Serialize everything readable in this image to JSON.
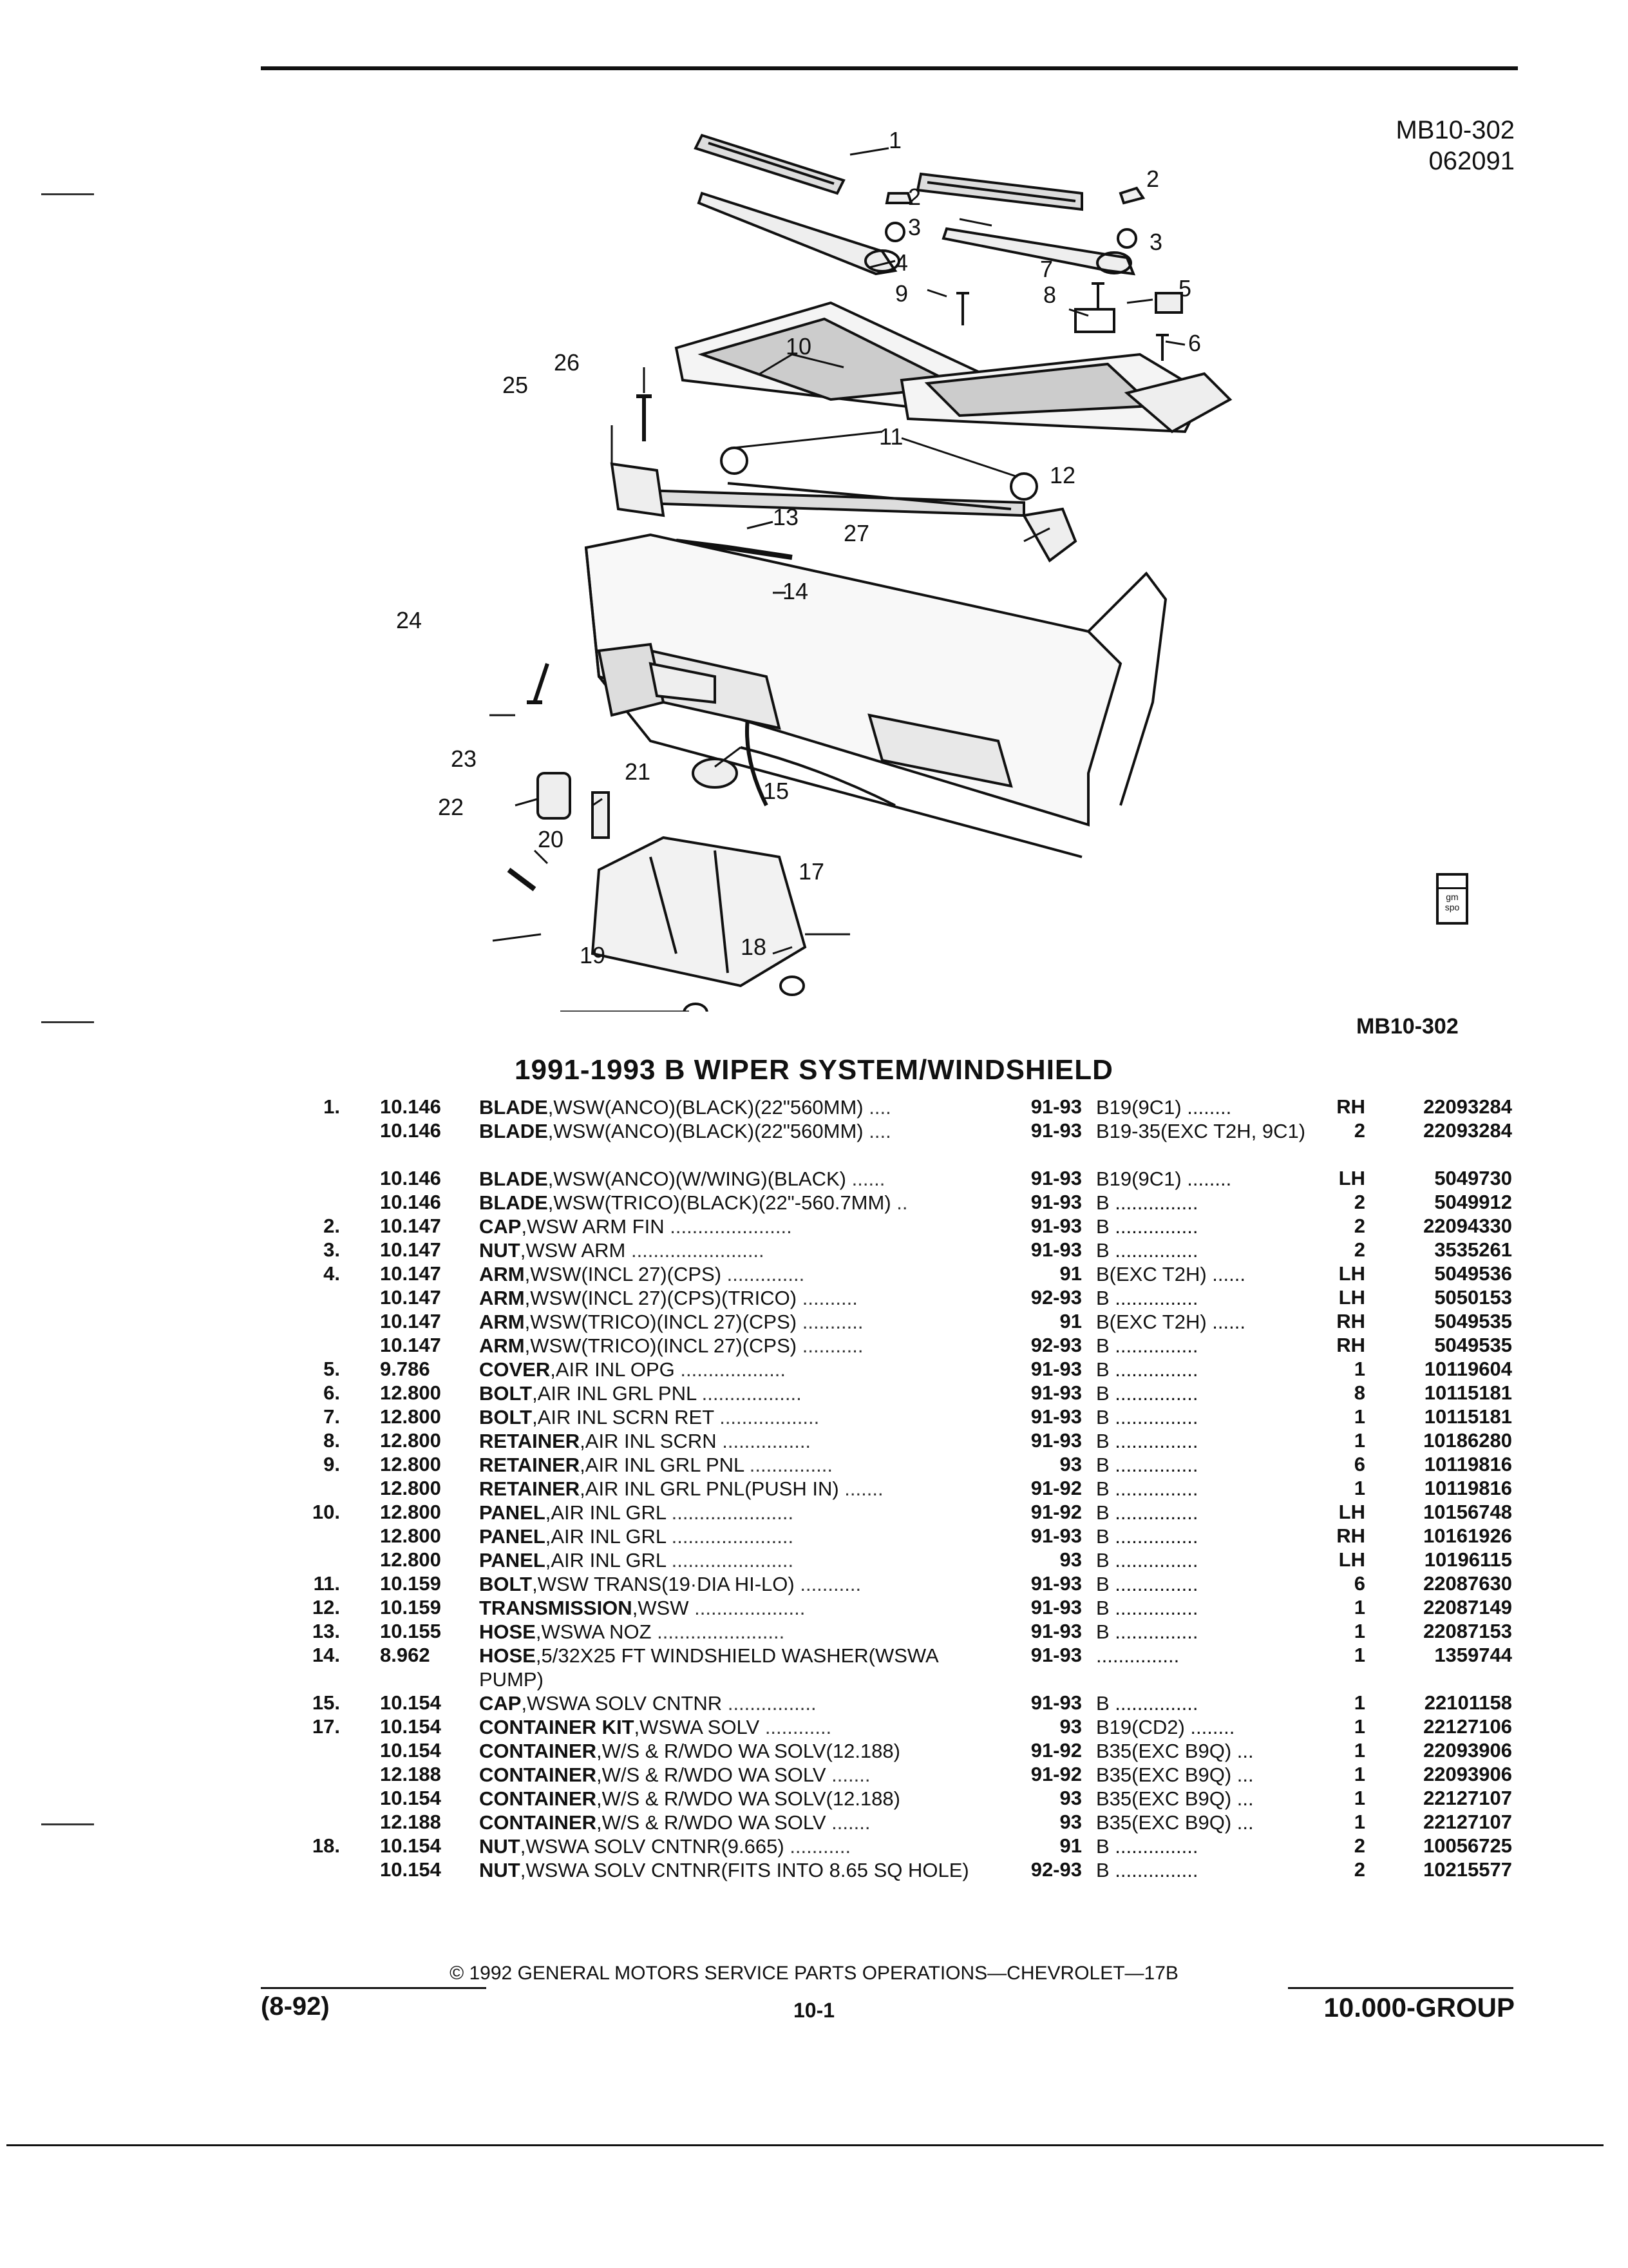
{
  "drawing_id": [
    "MB10-302",
    "062091"
  ],
  "figure_label": "MB10-302",
  "title": "1991-1993 B WIPER SYSTEM/WINDSHIELD",
  "callouts": [
    "1",
    "2",
    "2",
    "3",
    "3",
    "4",
    "5",
    "6",
    "7",
    "8",
    "9",
    "10",
    "11",
    "12",
    "13",
    "14",
    "15",
    "17",
    "18",
    "19",
    "20",
    "21",
    "22",
    "23",
    "24",
    "25",
    "26",
    "27"
  ],
  "logo_text": "gm spo",
  "parts": [
    {
      "ref": "1.",
      "grp": "10.146",
      "name": "BLADE",
      "desc": ",WSW(ANCO)(BLACK)(22\"560MM)",
      "dots": "....",
      "yr": "91-93",
      "app": "B19(9C1) ........",
      "qty": "RH",
      "pn": "22093284"
    },
    {
      "ref": "",
      "grp": "10.146",
      "name": "BLADE",
      "desc": ",WSW(ANCO)(BLACK)(22\"560MM)",
      "dots": "....",
      "yr": "91-93",
      "app": "B19-35(EXC T2H, 9C1)",
      "qty": "2",
      "pn": "22093284",
      "wrap": true
    },
    {
      "ref": "",
      "grp": "10.146",
      "name": "BLADE",
      "desc": ",WSW(ANCO)(W/WING)(BLACK)",
      "dots": "......",
      "yr": "91-93",
      "app": "B19(9C1) ........",
      "qty": "LH",
      "pn": "5049730"
    },
    {
      "ref": "",
      "grp": "10.146",
      "name": "BLADE",
      "desc": ",WSW(TRICO)(BLACK)(22\"-560.7MM)",
      "dots": "..",
      "yr": "91-93",
      "app": "B ...............",
      "qty": "2",
      "pn": "5049912"
    },
    {
      "ref": "2.",
      "grp": "10.147",
      "name": "CAP",
      "desc": ",WSW ARM FIN",
      "dots": "......................",
      "yr": "91-93",
      "app": "B ...............",
      "qty": "2",
      "pn": "22094330"
    },
    {
      "ref": "3.",
      "grp": "10.147",
      "name": "NUT",
      "desc": ",WSW ARM",
      "dots": "........................",
      "yr": "91-93",
      "app": "B ...............",
      "qty": "2",
      "pn": "3535261"
    },
    {
      "ref": "4.",
      "grp": "10.147",
      "name": "ARM",
      "desc": ",WSW(INCL 27)(CPS)",
      "dots": "..............",
      "yr": "91",
      "app": "B(EXC T2H) ......",
      "qty": "LH",
      "pn": "5049536"
    },
    {
      "ref": "",
      "grp": "10.147",
      "name": "ARM",
      "desc": ",WSW(INCL 27)(CPS)(TRICO)",
      "dots": "..........",
      "yr": "92-93",
      "app": "B ...............",
      "qty": "LH",
      "pn": "5050153"
    },
    {
      "ref": "",
      "grp": "10.147",
      "name": "ARM",
      "desc": ",WSW(TRICO)(INCL 27)(CPS)",
      "dots": "...........",
      "yr": "91",
      "app": "B(EXC T2H) ......",
      "qty": "RH",
      "pn": "5049535"
    },
    {
      "ref": "",
      "grp": "10.147",
      "name": "ARM",
      "desc": ",WSW(TRICO)(INCL 27)(CPS)",
      "dots": "...........",
      "yr": "92-93",
      "app": "B ...............",
      "qty": "RH",
      "pn": "5049535"
    },
    {
      "ref": "5.",
      "grp": "9.786",
      "name": "COVER",
      "desc": ",AIR INL OPG",
      "dots": "...................",
      "yr": "91-93",
      "app": "B ...............",
      "qty": "1",
      "pn": "10119604"
    },
    {
      "ref": "6.",
      "grp": "12.800",
      "name": "BOLT",
      "desc": ",AIR INL GRL PNL",
      "dots": "..................",
      "yr": "91-93",
      "app": "B ...............",
      "qty": "8",
      "pn": "10115181"
    },
    {
      "ref": "7.",
      "grp": "12.800",
      "name": "BOLT",
      "desc": ",AIR INL SCRN RET",
      "dots": "..................",
      "yr": "91-93",
      "app": "B ...............",
      "qty": "1",
      "pn": "10115181"
    },
    {
      "ref": "8.",
      "grp": "12.800",
      "name": "RETAINER",
      "desc": ",AIR INL SCRN",
      "dots": "................",
      "yr": "91-93",
      "app": "B ...............",
      "qty": "1",
      "pn": "10186280"
    },
    {
      "ref": "9.",
      "grp": "12.800",
      "name": "RETAINER",
      "desc": ",AIR INL GRL PNL",
      "dots": "...............",
      "yr": "93",
      "app": "B ...............",
      "qty": "6",
      "pn": "10119816"
    },
    {
      "ref": "",
      "grp": "12.800",
      "name": "RETAINER",
      "desc": ",AIR INL GRL PNL(PUSH IN)",
      "dots": ".......",
      "yr": "91-92",
      "app": "B ...............",
      "qty": "1",
      "pn": "10119816"
    },
    {
      "ref": "10.",
      "grp": "12.800",
      "name": "PANEL",
      "desc": ",AIR INL GRL",
      "dots": "......................",
      "yr": "91-92",
      "app": "B ...............",
      "qty": "LH",
      "pn": "10156748"
    },
    {
      "ref": "",
      "grp": "12.800",
      "name": "PANEL",
      "desc": ",AIR INL GRL",
      "dots": "......................",
      "yr": "91-93",
      "app": "B ...............",
      "qty": "RH",
      "pn": "10161926"
    },
    {
      "ref": "",
      "grp": "12.800",
      "name": "PANEL",
      "desc": ",AIR INL GRL",
      "dots": "......................",
      "yr": "93",
      "app": "B ...............",
      "qty": "LH",
      "pn": "10196115"
    },
    {
      "ref": "11.",
      "grp": "10.159",
      "name": "BOLT",
      "desc": ",WSW TRANS(19·DIA HI-LO)",
      "dots": "...........",
      "yr": "91-93",
      "app": "B ...............",
      "qty": "6",
      "pn": "22087630"
    },
    {
      "ref": "12.",
      "grp": "10.159",
      "name": "TRANSMISSION",
      "desc": ",WSW",
      "dots": "....................",
      "yr": "91-93",
      "app": "B ...............",
      "qty": "1",
      "pn": "22087149"
    },
    {
      "ref": "13.",
      "grp": "10.155",
      "name": "HOSE",
      "desc": ",WSWA NOZ",
      "dots": ".......................",
      "yr": "91-93",
      "app": "B ...............",
      "qty": "1",
      "pn": "22087153"
    },
    {
      "ref": "14.",
      "grp": "8.962",
      "name": "HOSE",
      "desc": ",5/32X25 FT WINDSHIELD WASHER(WSWA PUMP)",
      "dots": "",
      "yr": "91-93",
      "app": "...............",
      "qty": "1",
      "pn": "1359744",
      "wrap": true
    },
    {
      "ref": "15.",
      "grp": "10.154",
      "name": "CAP",
      "desc": ",WSWA SOLV CNTNR",
      "dots": "................",
      "yr": "91-93",
      "app": "B ...............",
      "qty": "1",
      "pn": "22101158"
    },
    {
      "ref": "17.",
      "grp": "10.154",
      "name": "CONTAINER KIT",
      "desc": ",WSWA SOLV",
      "dots": "............",
      "yr": "93",
      "app": "B19(CD2) ........",
      "qty": "1",
      "pn": "22127106"
    },
    {
      "ref": "",
      "grp": "10.154",
      "name": "CONTAINER",
      "desc": ",W/S & R/WDO WA SOLV(12.188)",
      "dots": "",
      "yr": "91-92",
      "app": "B35(EXC B9Q) ...",
      "qty": "1",
      "pn": "22093906"
    },
    {
      "ref": "",
      "grp": "12.188",
      "name": "CONTAINER",
      "desc": ",W/S & R/WDO WA SOLV",
      "dots": ".......",
      "yr": "91-92",
      "app": "B35(EXC B9Q) ...",
      "qty": "1",
      "pn": "22093906"
    },
    {
      "ref": "",
      "grp": "10.154",
      "name": "CONTAINER",
      "desc": ",W/S & R/WDO WA SOLV(12.188)",
      "dots": "",
      "yr": "93",
      "app": "B35(EXC B9Q) ...",
      "qty": "1",
      "pn": "22127107"
    },
    {
      "ref": "",
      "grp": "12.188",
      "name": "CONTAINER",
      "desc": ",W/S & R/WDO WA SOLV",
      "dots": ".......",
      "yr": "93",
      "app": "B35(EXC B9Q) ...",
      "qty": "1",
      "pn": "22127107"
    },
    {
      "ref": "18.",
      "grp": "10.154",
      "name": "NUT",
      "desc": ",WSWA SOLV CNTNR(9.665)",
      "dots": "...........",
      "yr": "91",
      "app": "B ...............",
      "qty": "2",
      "pn": "10056725"
    },
    {
      "ref": "",
      "grp": "10.154",
      "name": "NUT",
      "desc": ",WSWA SOLV CNTNR(FITS INTO 8.65 SQ HOLE)",
      "dots": "",
      "yr": "92-93",
      "app": "B ...............",
      "qty": "2",
      "pn": "10215577",
      "wrap": true
    }
  ],
  "footer": {
    "copyright": "© 1992 GENERAL MOTORS SERVICE PARTS OPERATIONS—CHEVROLET—17B",
    "date": "(8-92)",
    "page": "10-1",
    "group": "10.000-GROUP"
  }
}
